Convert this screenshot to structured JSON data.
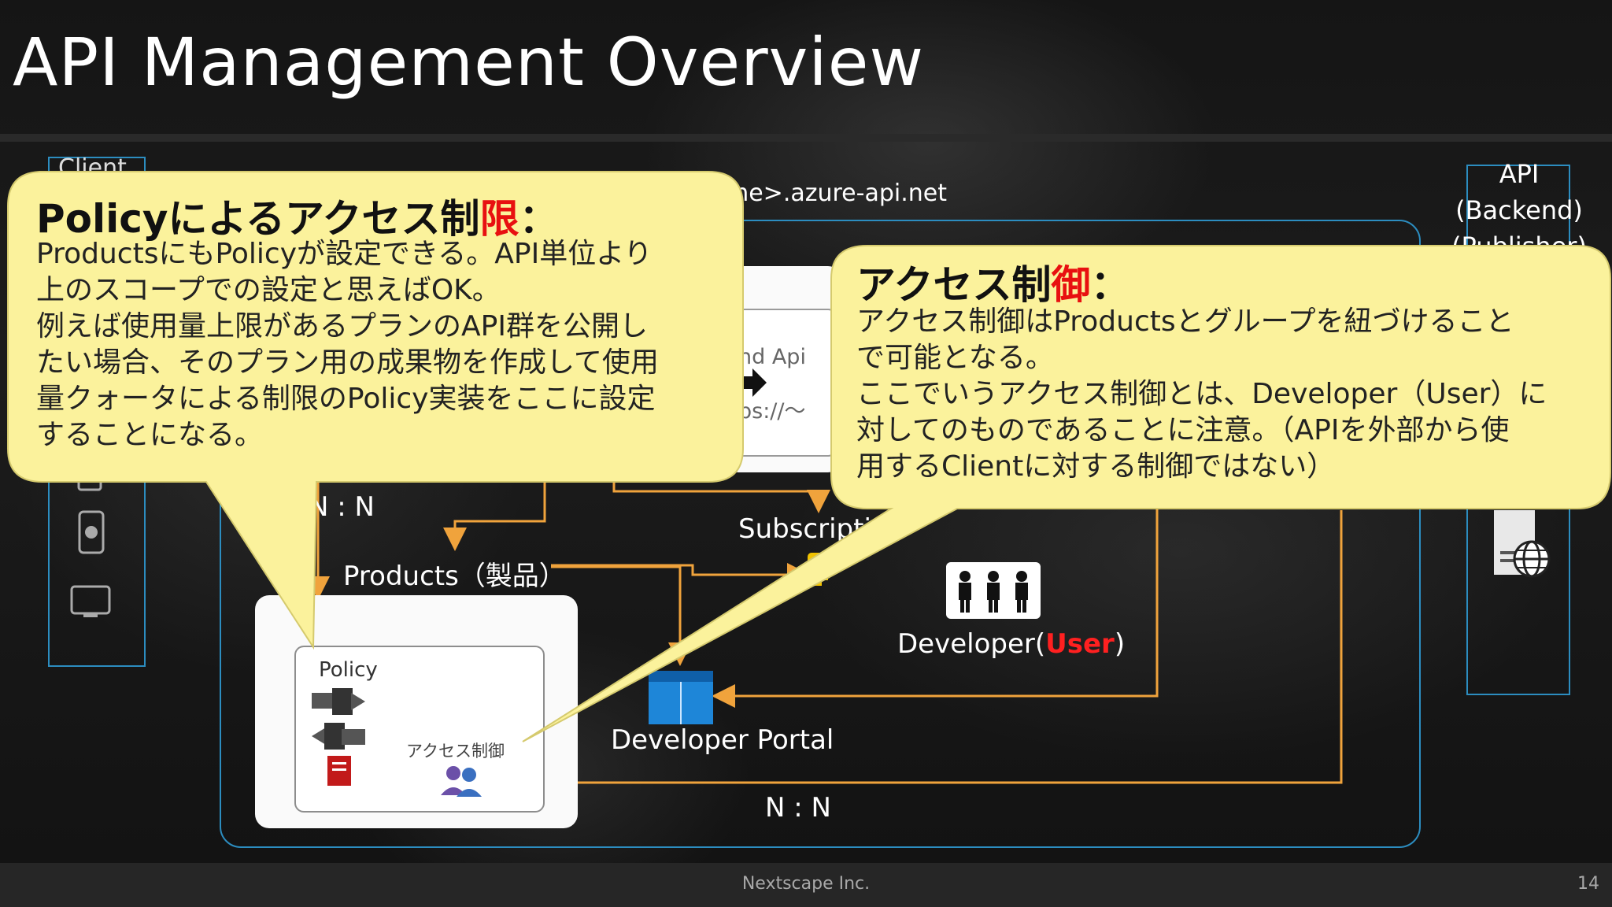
{
  "slide": {
    "title": "API Management Overview",
    "company": "Nextscape Inc.",
    "page_number": "14"
  },
  "diagram": {
    "client_label": "Client",
    "gateway_url": "me>.azure-api.net",
    "api_backend_label": [
      "API",
      "(Backend)",
      "(Publisher)"
    ],
    "backend_api_label": "nd Api",
    "backend_url": "ps://〜",
    "nn_upper": "N : N",
    "nn_lower": "N : N",
    "subscription": "Subscription",
    "products": "Products（製品）",
    "developer_prefix": "Developer(",
    "developer_user": "User",
    "developer_suffix": ")",
    "developer_portal": "Developer Portal",
    "policy": "Policy",
    "access_control_small": "アクセス制御",
    "icons": [
      "tablet-icon",
      "apple-phone-icon",
      "monitor-icon",
      "key-icon",
      "developers-icon",
      "developer-portal-icon",
      "policy-forward-icon",
      "policy-back-icon",
      "policy-document-icon",
      "user-group-icon",
      "web-server-icon"
    ],
    "colors": {
      "arrow": "#f0a33c",
      "frame": "#2c8dc0",
      "callout_fill": "#fbf29c",
      "accent_red": "#e81010"
    }
  },
  "callout_policy": {
    "title_main": "Policyによるアクセス制",
    "title_red": "限",
    "title_colon": "：",
    "lines": [
      "ProductsにもPolicyが設定できる。API単位より",
      "上のスコープでの設定と思えばOK。",
      "例えば使用量上限があるプランのAPI群を公開し",
      "たい場合、そのプラン用の成果物を作成して使用",
      "量クォータによる制限のPolicy実装をここに設定",
      "することになる。"
    ]
  },
  "callout_access": {
    "title_main": "アクセス制",
    "title_red": "御",
    "title_colon": "：",
    "lines": [
      "アクセス制御はProductsとグループを紐づけること",
      "で可能となる。",
      "ここでいうアクセス制御とは、Developer（User）に",
      "対してのものであることに注意。（APIを外部から使",
      "用するClientに対する制御ではない）"
    ]
  }
}
